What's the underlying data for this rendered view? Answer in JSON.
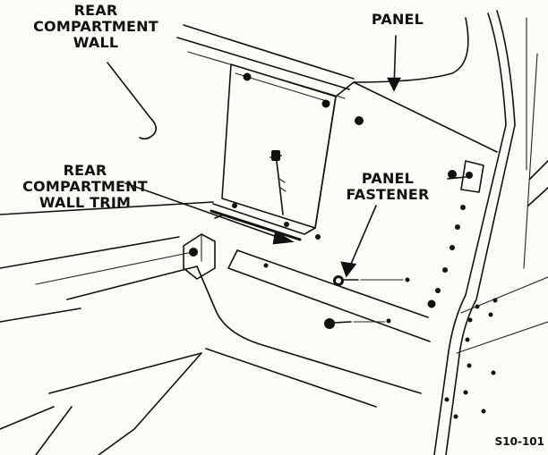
{
  "labels": {
    "rear_compartment_wall": [
      "REAR",
      "COMPARTMENT",
      "WALL"
    ],
    "panel": "PANEL",
    "rear_compartment_wall_trim": [
      "REAR",
      "COMPARTMENT",
      "WALL TRIM"
    ],
    "panel_fastener": [
      "PANEL",
      "FASTENER"
    ],
    "figure_code": "S10-101"
  }
}
